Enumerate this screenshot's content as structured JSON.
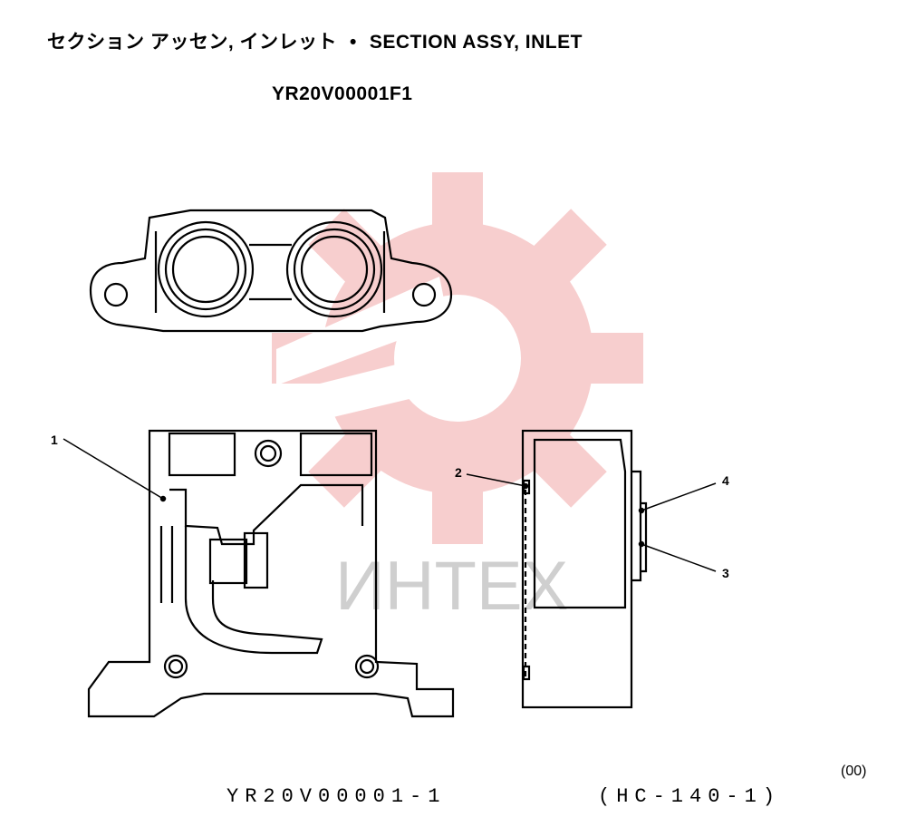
{
  "header": {
    "title_jp": "セクション アッセン, インレット",
    "separator": "•",
    "title_en": "SECTION ASSY, INLET",
    "part_number": "YR20V00001F1"
  },
  "callouts": [
    "1",
    "2",
    "3",
    "4"
  ],
  "watermark": {
    "text": "ИНТЕХ",
    "logo_color": "#f7c9c9",
    "text_color": "#cfcfcf"
  },
  "footer": {
    "revision": "(00)",
    "drawing_id": "YR20V00001-1",
    "page_ref": "(HC-140-1)"
  }
}
